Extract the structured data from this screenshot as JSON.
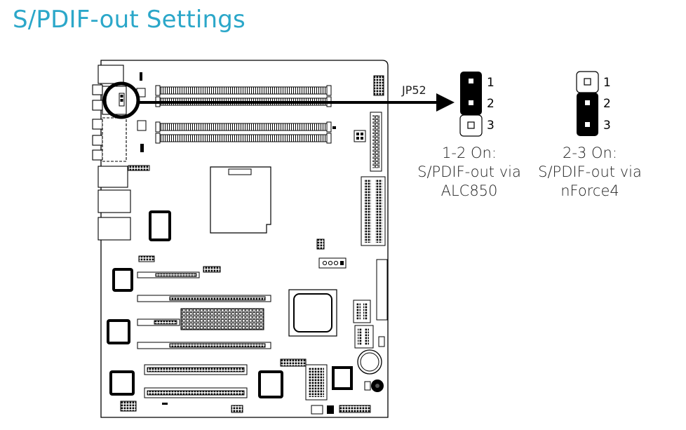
{
  "title": "S/PDIF-out Settings",
  "jumper_label": "JP52",
  "accent_color": "#2ba7c9",
  "jumper_a": {
    "pins": [
      "1",
      "2",
      "3"
    ],
    "filled": [
      true,
      true,
      false
    ],
    "caption": [
      "1-2  On:",
      "S/PDIF-out  via",
      "ALC850"
    ]
  },
  "jumper_b": {
    "pins": [
      "1",
      "2",
      "3"
    ],
    "filled": [
      false,
      true,
      true
    ],
    "caption": [
      "2-3  On:",
      "S/PDIF-out via",
      "nForce4"
    ]
  }
}
